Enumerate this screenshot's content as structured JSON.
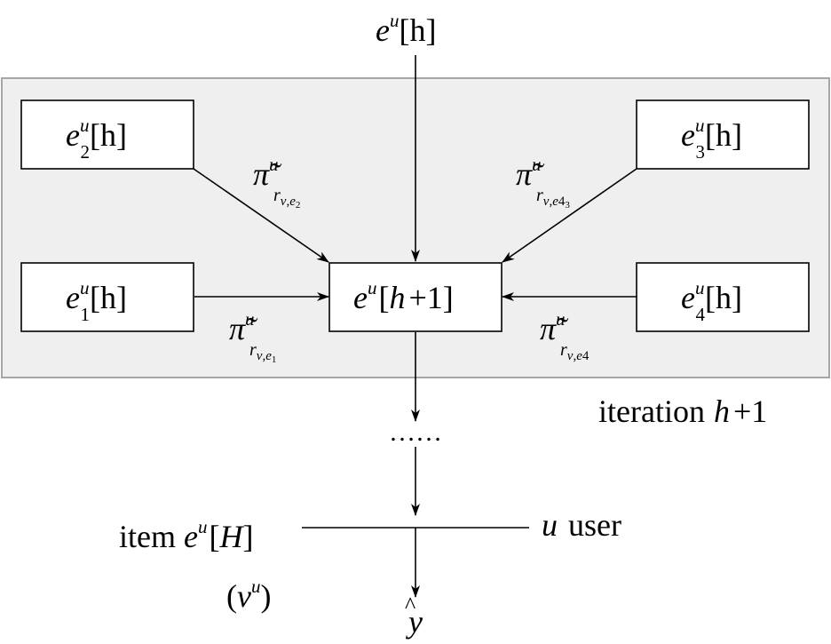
{
  "colors": {
    "panel_fill": "#efefef",
    "panel_stroke": "#a6a6a6",
    "line": "#000000"
  },
  "top_input": {
    "base": "e",
    "sup": "u",
    "arg": "[h]"
  },
  "nodes": {
    "e2": {
      "base": "e",
      "sup": "u",
      "sub": "2",
      "arg": "[h]"
    },
    "e3": {
      "base": "e",
      "sup": "u",
      "sub": "3",
      "arg": "[h]"
    },
    "e1": {
      "base": "e",
      "sup": "u",
      "sub": "1",
      "arg": "[h]"
    },
    "e4": {
      "base": "e",
      "sup": "u",
      "sub": "4",
      "arg": "[h]"
    },
    "center": {
      "base": "e",
      "sup": "u",
      "arg_open": "[",
      "arg_h": "h",
      "arg_plus": "+",
      "arg_one": "1",
      "arg_close": "]"
    }
  },
  "weights": {
    "w2": {
      "pi": "π̃",
      "sup": "u",
      "sub_r": "r",
      "sub_v": "v",
      "sub_comma": ",",
      "sub_e": "e",
      "sub_idx": "2"
    },
    "w3": {
      "pi": "π̃",
      "sup": "u",
      "sub_r": "r",
      "sub_v": "v",
      "sub_comma": ",",
      "sub_e": "e",
      "sub_idx": "4",
      "sub_idx2": "3"
    },
    "w1": {
      "pi": "π̃",
      "sup": "u",
      "sub_r": "r",
      "sub_v": "v",
      "sub_comma": ",",
      "sub_e": "e",
      "sub_idx": "1"
    },
    "w4": {
      "pi": "π̃",
      "sup": "u",
      "sub_r": "r",
      "sub_v": "v",
      "sub_comma": ",",
      "sub_e": "e",
      "sub_idx": "4"
    }
  },
  "iteration_label": {
    "word": "iteration",
    "h": "h",
    "plus": "+",
    "one": "1"
  },
  "ellipsis": "……",
  "item_label": {
    "word": "item",
    "base": "e",
    "sup": "u",
    "arg_open": "[",
    "arg_H": "H",
    "arg_close": "]"
  },
  "item_alias": {
    "open": "(",
    "base": "v",
    "sup": "u",
    "close": ")"
  },
  "user_label": {
    "var": "u",
    "word": "user"
  },
  "output": {
    "y": "y",
    "hat": "^"
  }
}
